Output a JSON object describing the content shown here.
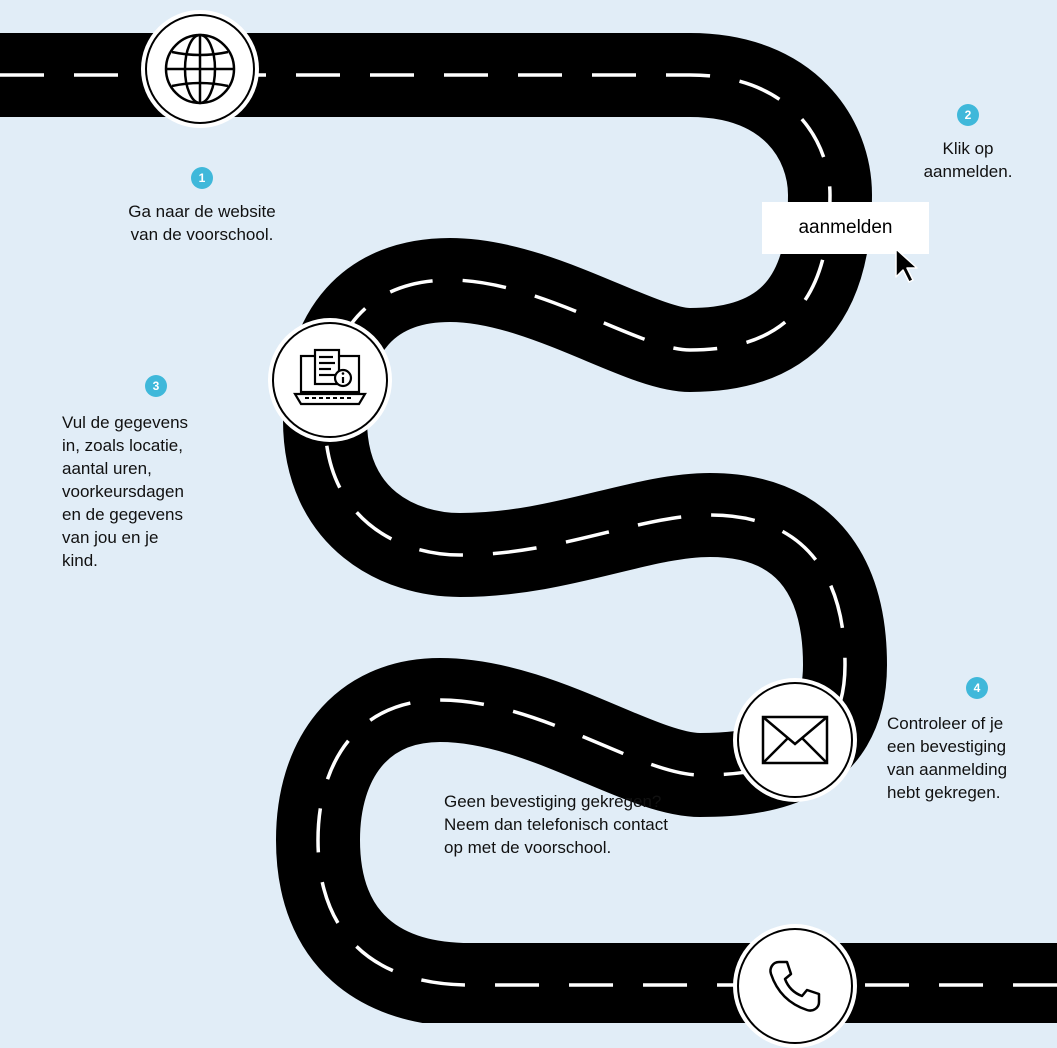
{
  "steps": [
    {
      "badge": "1",
      "text": [
        "Ga naar de website",
        "van de voorschool."
      ]
    },
    {
      "badge": "2",
      "text": [
        "Klik op",
        "aanmelden."
      ]
    },
    {
      "badge": "3",
      "text": [
        "Vul de gegevens",
        "in, zoals locatie,",
        "aantal uren,",
        "voorkeursdagen",
        "en de gegevens",
        "van jou en je",
        "kind."
      ]
    },
    {
      "badge": "4",
      "text": [
        "Controleer of je",
        "een bevestiging",
        "van aanmelding",
        "hebt gekregen."
      ]
    }
  ],
  "button": {
    "label": "aanmelden"
  },
  "note": [
    "Geen bevestiging gekregen?",
    "Neem dan telefonisch contact",
    "op met de voorschool."
  ],
  "icons": [
    "globe-icon",
    "cursor-icon",
    "laptop-form-icon",
    "envelope-icon",
    "phone-icon"
  ],
  "colors": {
    "background": "#e1edf7",
    "road": "#000000",
    "lane": "#ffffff",
    "badge": "#3fb8da"
  }
}
